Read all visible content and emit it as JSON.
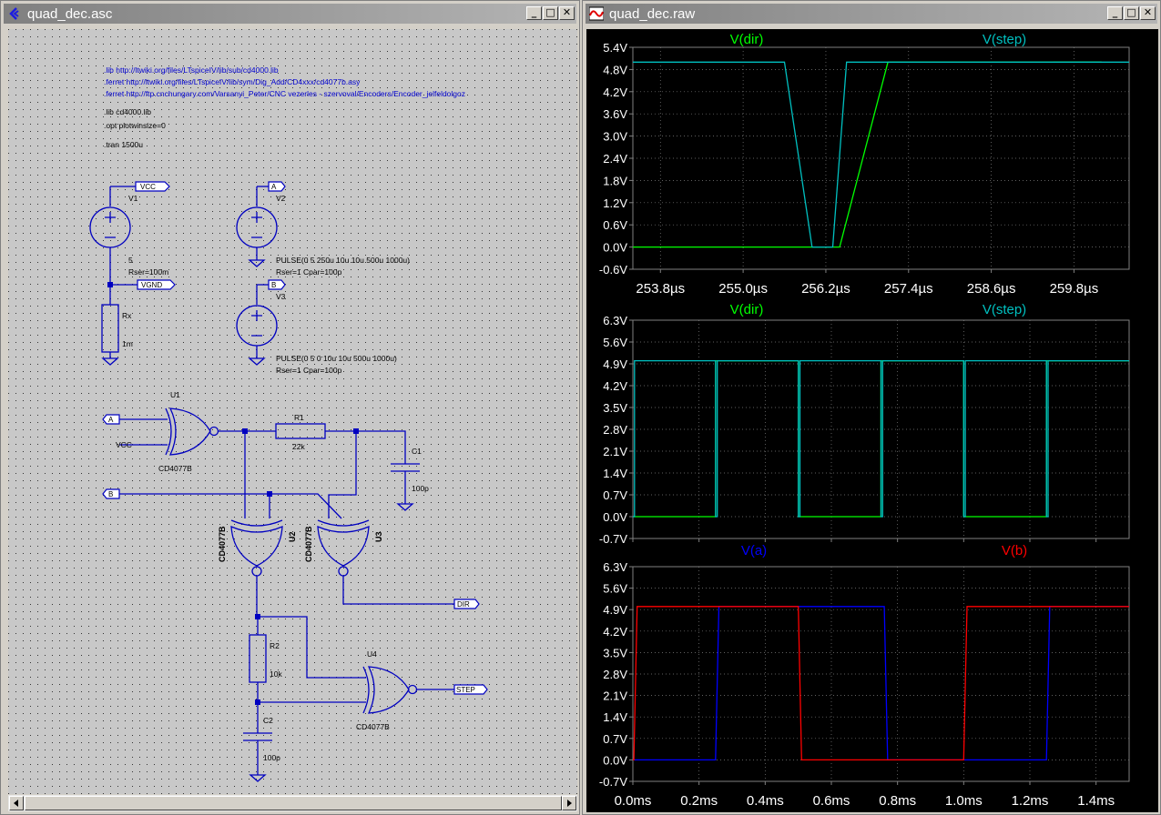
{
  "schematic_window": {
    "title": "quad_dec.asc",
    "directives": [
      ".lib http://ltwiki.org/files/LTspiceIV/lib/sub/cd4000.lib",
      ".ferret http://ltwiki.org/files/LTspiceIV/lib/sym/Dig_Add/CD4xxx/cd4077b.asy",
      ".ferret http://ftp.cnchungary.com/Varsanyi_Peter/CNC vezerles - szervoval/Encoders/Encoder_jelfeldolgoz",
      ".lib cd4000.lib",
      ".opt plotwinsize=0",
      ".tran 1500u"
    ],
    "components": {
      "v1_name": "V1",
      "v1_value": "5",
      "v1_param": "Rser=100m",
      "v2_name": "V2",
      "v2_value": "PULSE(0 5 250u 10u 10u 500u 1000u)",
      "v2_param": "Rser=1 Cpar=100p",
      "v3_name": "V3",
      "v3_value": "PULSE(0 5 0 10u 10u 500u 1000u)",
      "v3_param": "Rser=1 Cpar=100p",
      "rx_name": "Rx",
      "rx_value": "1m",
      "r1_name": "R1",
      "r1_value": "22k",
      "c1_name": "C1",
      "c1_value": "100p",
      "r2_name": "R2",
      "r2_value": "10k",
      "c2_name": "C2",
      "c2_value": "100p",
      "u1_name": "U1",
      "u1_type": "CD4077B",
      "u2_name": "U2",
      "u2_type": "CD4077B",
      "u3_name": "U3",
      "u3_type": "CD4077B",
      "u4_name": "U4",
      "u4_type": "CD4077B",
      "vcc_text": "VCC"
    },
    "net_labels": {
      "vcc": "VCC",
      "vgnd": "VGND",
      "a1": "A",
      "b1": "B",
      "a2": "A",
      "b2": "B",
      "dir": "DIR",
      "step": "STEP"
    }
  },
  "waveform_window": {
    "title": "quad_dec.raw",
    "colors": {
      "bg": "#000000",
      "grid": "#808080",
      "axis_text": "#ffffff",
      "green": "#00ff00",
      "cyan": "#00c0c0",
      "blue": "#0000ff",
      "red": "#ff0000"
    }
  },
  "chart_data": [
    {
      "type": "line",
      "title": "",
      "xlabel": "",
      "ylabel": "",
      "x_unit": "µs",
      "xlim": [
        253.4,
        260.6
      ],
      "ylim": [
        -0.6,
        5.4
      ],
      "x_ticks": [
        "253.8µs",
        "255.0µs",
        "256.2µs",
        "257.4µs",
        "258.6µs",
        "259.8µs"
      ],
      "x_tick_values": [
        253.8,
        255.0,
        256.2,
        257.4,
        258.6,
        259.8
      ],
      "y_ticks": [
        "5.4V",
        "4.8V",
        "4.2V",
        "3.6V",
        "3.0V",
        "2.4V",
        "1.8V",
        "1.2V",
        "0.6V",
        "0.0V",
        "-0.6V"
      ],
      "y_tick_values": [
        5.4,
        4.8,
        4.2,
        3.6,
        3.0,
        2.4,
        1.8,
        1.2,
        0.6,
        0.0,
        -0.6
      ],
      "series": [
        {
          "name": "V(dir)",
          "color": "#00ff00",
          "x": [
            253.4,
            256.4,
            257.1,
            259.9,
            260.2
          ],
          "y": [
            0,
            0,
            5.0,
            5.0,
            5.0
          ],
          "x2": [
            259.5,
            260.2
          ],
          "y2": [
            5.0,
            5.0
          ]
        },
        {
          "name": "V(step)",
          "color": "#00c0c0",
          "x": [
            253.4,
            255.6,
            256.0,
            256.2,
            256.3,
            256.5,
            260.6
          ],
          "y": [
            5.0,
            5.0,
            0.0,
            0.0,
            0.0,
            5.0,
            5.0
          ]
        }
      ]
    },
    {
      "type": "line",
      "title": "",
      "xlabel": "",
      "ylabel": "",
      "x_unit": "ms",
      "xlim": [
        0,
        1.5
      ],
      "ylim": [
        -0.7,
        6.3
      ],
      "y_ticks": [
        "6.3V",
        "5.6V",
        "4.9V",
        "4.2V",
        "3.5V",
        "2.8V",
        "2.1V",
        "1.4V",
        "0.7V",
        "0.0V",
        "-0.7V"
      ],
      "y_tick_values": [
        6.3,
        5.6,
        4.9,
        4.2,
        3.5,
        2.8,
        2.1,
        1.4,
        0.7,
        0.0,
        -0.7
      ],
      "series": [
        {
          "name": "V(dir)",
          "color": "#00ff00",
          "x": [
            0,
            0.25,
            0.25,
            0.5,
            0.5,
            0.75,
            0.75,
            1.0,
            1.0,
            1.25,
            1.25,
            1.5
          ],
          "y": [
            0,
            0,
            5,
            5,
            0,
            0,
            5,
            5,
            0,
            0,
            5,
            5
          ]
        },
        {
          "name": "V(step)",
          "color": "#00c0c0",
          "x": [
            0,
            0.005,
            0.005,
            0.25,
            0.25,
            0.255,
            0.255,
            0.5,
            0.5,
            0.505,
            0.505,
            0.75,
            0.75,
            0.755,
            0.755,
            1.0,
            1.0,
            1.005,
            1.005,
            1.25,
            1.25,
            1.255,
            1.255,
            1.5
          ],
          "y": [
            0,
            0,
            5,
            5,
            0,
            0,
            5,
            5,
            0,
            0,
            5,
            5,
            0,
            0,
            5,
            5,
            0,
            0,
            5,
            5,
            0,
            0,
            5,
            5
          ]
        }
      ]
    },
    {
      "type": "line",
      "title": "",
      "xlabel": "",
      "ylabel": "",
      "x_unit": "ms",
      "xlim": [
        0,
        1.5
      ],
      "ylim": [
        -0.7,
        6.3
      ],
      "x_ticks": [
        "0.0ms",
        "0.2ms",
        "0.4ms",
        "0.6ms",
        "0.8ms",
        "1.0ms",
        "1.2ms",
        "1.4ms"
      ],
      "x_tick_values": [
        0,
        0.2,
        0.4,
        0.6,
        0.8,
        1.0,
        1.2,
        1.4
      ],
      "y_ticks": [
        "6.3V",
        "5.6V",
        "4.9V",
        "4.2V",
        "3.5V",
        "2.8V",
        "2.1V",
        "1.4V",
        "0.7V",
        "0.0V",
        "-0.7V"
      ],
      "y_tick_values": [
        6.3,
        5.6,
        4.9,
        4.2,
        3.5,
        2.8,
        2.1,
        1.4,
        0.7,
        0.0,
        -0.7
      ],
      "series": [
        {
          "name": "V(a)",
          "color": "#0000ff",
          "x": [
            0,
            0.25,
            0.26,
            0.76,
            0.77,
            1.25,
            1.26,
            1.5
          ],
          "y": [
            0,
            0,
            5,
            5,
            0,
            0,
            5,
            5
          ]
        },
        {
          "name": "V(b)",
          "color": "#ff0000",
          "x": [
            0,
            0.003,
            0.013,
            0.5,
            0.51,
            1.0,
            1.01,
            1.5
          ],
          "y": [
            0,
            0,
            5,
            5,
            0,
            0,
            5,
            5
          ]
        }
      ]
    }
  ]
}
